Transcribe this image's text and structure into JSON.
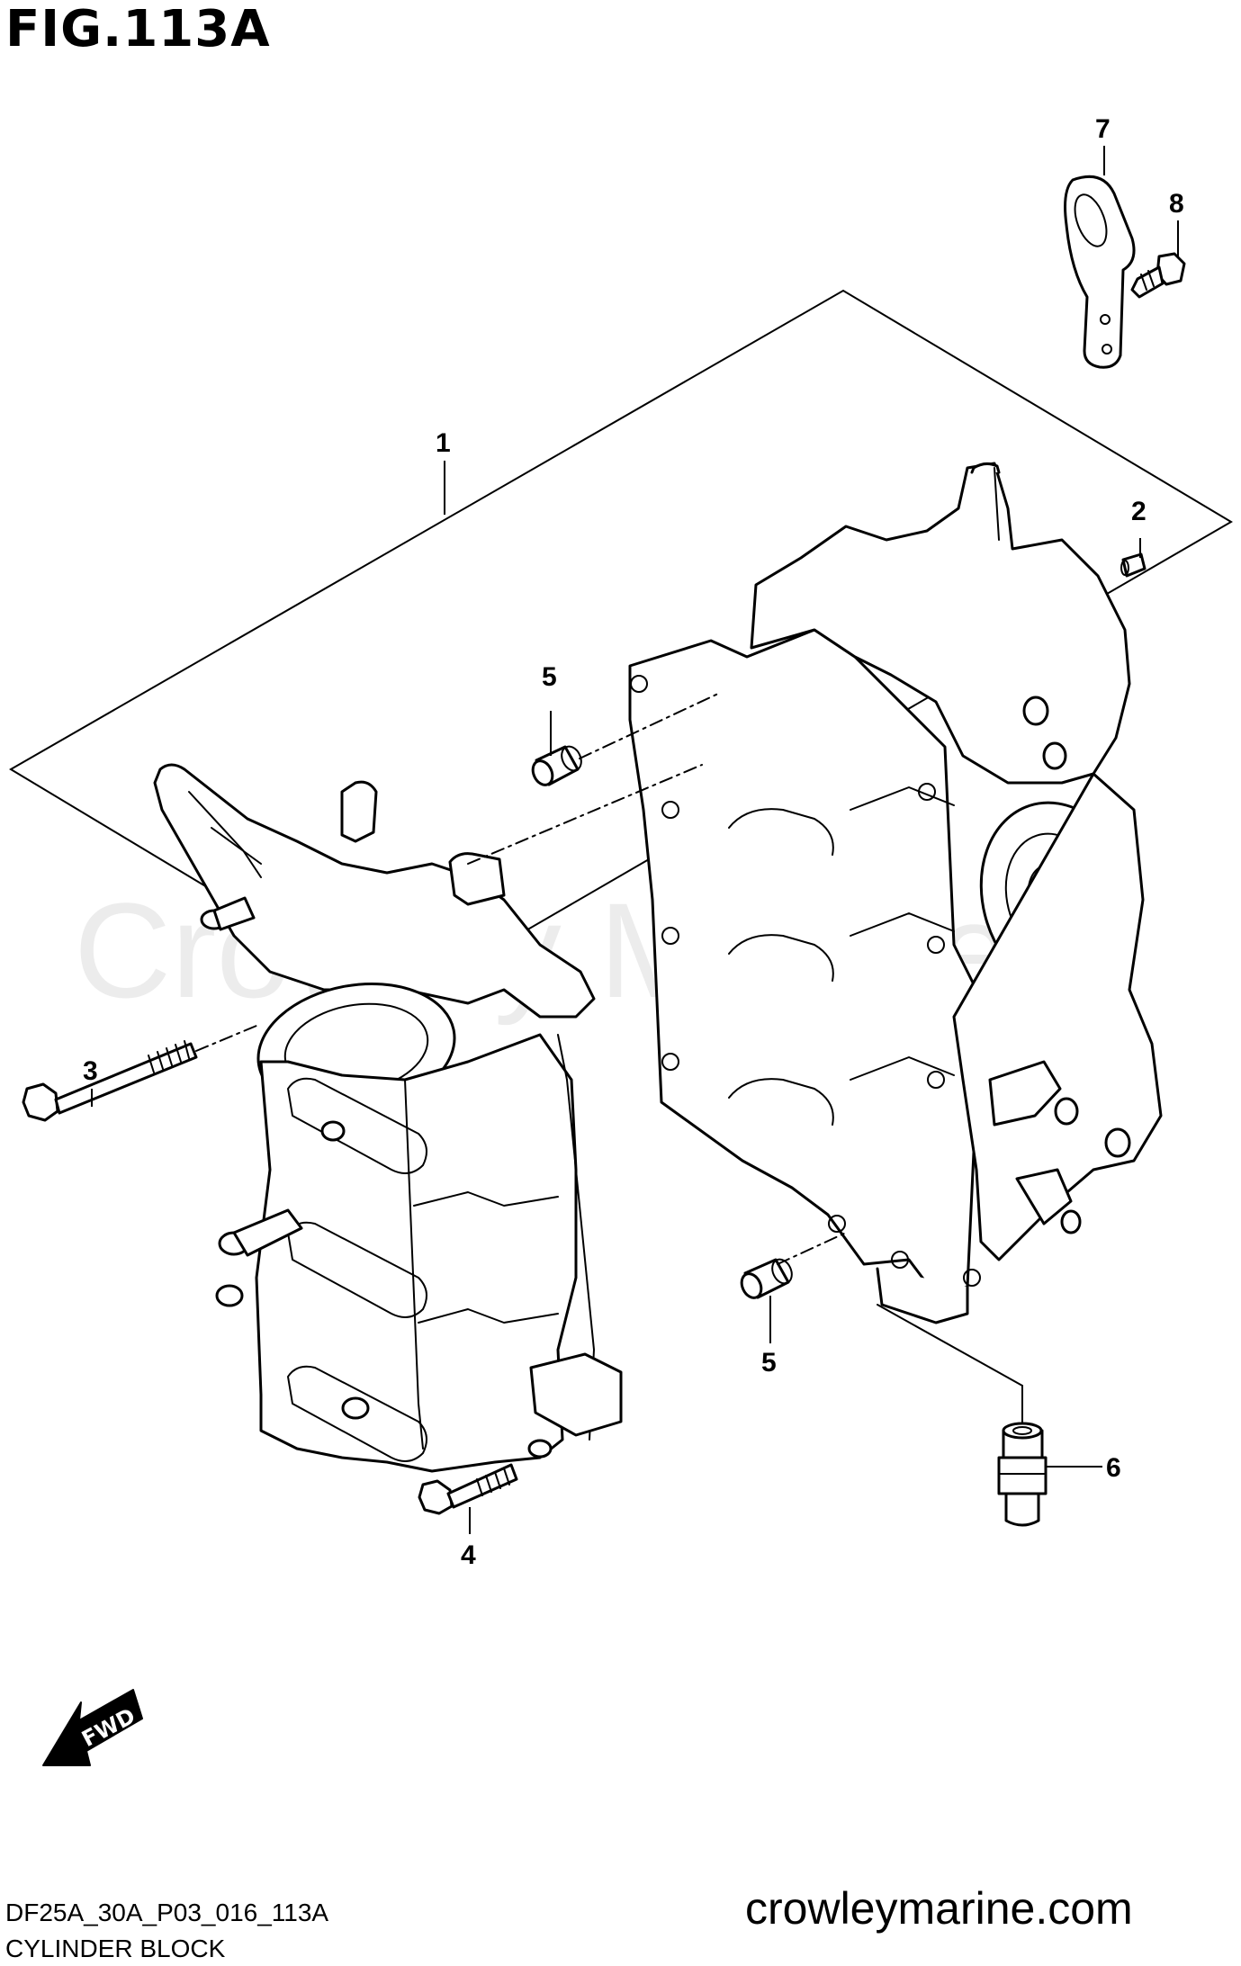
{
  "figure": {
    "title": "FIG.113A",
    "code": "DF25A_30A_P03_016_113A",
    "name": "CYLINDER BLOCK",
    "website": "crowleymarine.com",
    "watermark": "Crowley Marine"
  },
  "callouts": [
    {
      "id": "1",
      "label": "1"
    },
    {
      "id": "2",
      "label": "2"
    },
    {
      "id": "3",
      "label": "3"
    },
    {
      "id": "4",
      "label": "4"
    },
    {
      "id": "5a",
      "label": "5"
    },
    {
      "id": "5b",
      "label": "5"
    },
    {
      "id": "6",
      "label": "6"
    },
    {
      "id": "7",
      "label": "7"
    },
    {
      "id": "8",
      "label": "8"
    }
  ],
  "fwd": {
    "label": "FWD"
  }
}
